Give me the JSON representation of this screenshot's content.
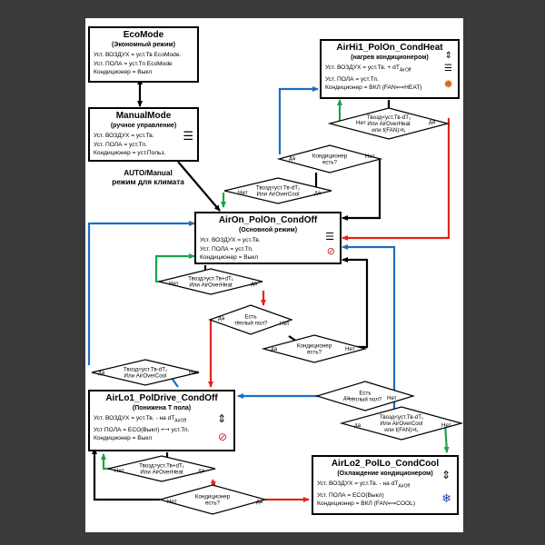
{
  "states": {
    "ecomode": {
      "title": "EcoMode",
      "subtitle": "(Экономный режим)",
      "lines": [
        "Уст. ВОЗДУХ = уст.Тв EcoMode.",
        "Уст. ПОЛА = уст.Тп EcoMode",
        "Кондиционер = Выкл"
      ]
    },
    "manualmode": {
      "title": "ManualMode",
      "subtitle": "(ручное управление)",
      "lines": [
        "Уст. ВОЗДУХ = уст.Тв.",
        "Уст. ПОЛА = уст.Тп.",
        "Кондиционер = уст.Польз."
      ]
    },
    "airhi1": {
      "title": "AirHi1_PolOn_CondHeat",
      "subtitle": "(нагрев кондиционером)",
      "lines": [
        "Уст. ВОЗДУХ = уст.Тв. + dT",
        "Уст. ПОЛА = уст.Тп.",
        "Кондиционер = ВКЛ (FAN⟺HEAT)"
      ],
      "sub_airoff": "AirOff"
    },
    "airon": {
      "title": "AirOn_PolOn_CondOff",
      "subtitle": "(Основной режим)",
      "lines": [
        "Уст. ВОЗДУХ = уст.Тв.",
        "Уст. ПОЛА = уст.Тп.",
        "Кондиционер = Выкл"
      ]
    },
    "airlo1": {
      "title": "AirLo1_PolDrive_CondOff",
      "subtitle": "(Понижена Т пола)",
      "lines": [
        "Уст. ВОЗДУХ = уст.Тв. - на dT",
        "Уст ПОЛА = ECO(Выкл) ⟷ уст.Тп.",
        "Кондиционер = Выкл"
      ],
      "sub_airoff": "AirOff"
    },
    "airlo2": {
      "title": "AirLo2_PolLo_CondCool",
      "subtitle": "(Охлаждение кондиционером)",
      "lines": [
        "Уст. ВОЗДУХ = уст.Тв. - на dT",
        "Уст. ПОЛА = ECO(Выкл)",
        "Кондиционер = ВКЛ (FAN⟺COOL)"
      ],
      "sub_airoff": "AirOff"
    }
  },
  "mode_note": "AUTO/Manual\nрежим для климата",
  "decisions": {
    "d_heat_check": [
      "Твозд<уст.Тв-dT₁",
      "Или AirOverHeat",
      "или t(FAN)>t₁"
    ],
    "d_cond_top": [
      "Кондиционер",
      "есть?"
    ],
    "d_ret_hi": [
      "Твозд<уст.Тв-dT₁",
      "Или AirOverCool"
    ],
    "d_overheat": [
      "Твозд>уст.Тв+dT₁",
      "Или AirOverHeat"
    ],
    "d_warm_floor": [
      "Есть",
      "тёплый пол?"
    ],
    "d_cond_mid": [
      "Кондиционер",
      "есть?"
    ],
    "d_lo1_back": [
      "Твозд<уст.Тв-dT₁",
      "Или AirOverCool"
    ],
    "d_warm_floor2": [
      "Есть",
      "тёплый пол?"
    ],
    "d_lo2_back": [
      "Твозд<уст.Тв-dT₁",
      "Или AirOverCool",
      "или t(FAN)>t₁"
    ],
    "d_lo1_heat": [
      "Твозд>уст.Тв+dT₁",
      "Или AirOverHeat"
    ],
    "d_cond_bot": [
      "Кондиционер",
      "есть?"
    ]
  },
  "edge_labels": {
    "yes": "да",
    "no": "Нет"
  },
  "colors": {
    "background": "#3a3a3c",
    "yes_arrow": "#1aa34a",
    "no_arrow": "#e0251b",
    "return_arrow": "#1c6fbf",
    "black_arrow": "#000000"
  },
  "icons": {
    "airhi1": [
      "up-down-arrows-icon",
      "equals-icon",
      "sun-heat-icon"
    ],
    "manualmode": [
      "equals-icon"
    ],
    "airon": [
      "equals-icon",
      "no-fan-icon"
    ],
    "airlo1": [
      "up-down-arrows-icon",
      "no-fan-icon"
    ],
    "airlo2": [
      "up-down-arrows-icon",
      "snowflake-icon"
    ]
  }
}
